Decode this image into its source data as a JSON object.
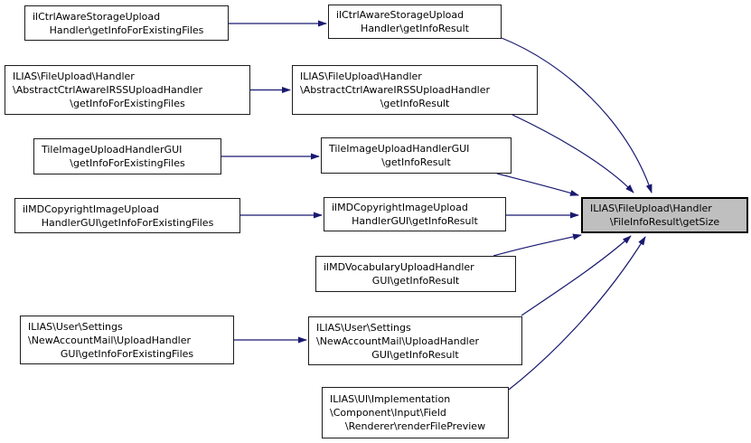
{
  "diagram": {
    "kind": "doxygen-caller-graph",
    "colors": {
      "edge": "#191970",
      "node_fill": "#ffffff",
      "node_border": "#1c1c1c",
      "target_fill": "#bfbfbf",
      "target_border": "#000000",
      "text": "#000000"
    }
  },
  "nodes": {
    "left": [
      {
        "label_lines": [
          "ilCtrlAwareStorageUpload",
          "Handler\\getInfoForExistingFiles"
        ]
      },
      {
        "label_lines": [
          "ILIAS\\FileUpload\\Handler",
          "\\AbstractCtrlAwareIRSSUploadHandler",
          "\\getInfoForExistingFiles"
        ]
      },
      {
        "label_lines": [
          "TileImageUploadHandlerGUI",
          "\\getInfoForExistingFiles"
        ]
      },
      {
        "label_lines": [
          "ilMDCopyrightImageUpload",
          "HandlerGUI\\getInfoForExistingFiles"
        ]
      },
      {
        "label_lines": [
          "ILIAS\\User\\Settings",
          "\\NewAccountMail\\UploadHandler",
          "GUI\\getInfoForExistingFiles"
        ]
      }
    ],
    "mid": [
      {
        "label_lines": [
          "ilCtrlAwareStorageUpload",
          "Handler\\getInfoResult"
        ]
      },
      {
        "label_lines": [
          "ILIAS\\FileUpload\\Handler",
          "\\AbstractCtrlAwareIRSSUploadHandler",
          "\\getInfoResult"
        ]
      },
      {
        "label_lines": [
          "TileImageUploadHandlerGUI",
          "\\getInfoResult"
        ]
      },
      {
        "label_lines": [
          "ilMDCopyrightImageUpload",
          "HandlerGUI\\getInfoResult"
        ]
      },
      {
        "label_lines": [
          "ilMDVocabularyUploadHandler",
          "GUI\\getInfoResult"
        ]
      },
      {
        "label_lines": [
          "ILIAS\\User\\Settings",
          "\\NewAccountMail\\UploadHandler",
          "GUI\\getInfoResult"
        ]
      },
      {
        "label_lines": [
          "ILIAS\\UI\\Implementation",
          "\\Component\\Input\\Field",
          "\\Renderer\\renderFilePreview"
        ]
      }
    ],
    "target": {
      "label_lines": [
        "ILIAS\\FileUpload\\Handler",
        "\\FileInfoResult\\getSize"
      ]
    }
  }
}
